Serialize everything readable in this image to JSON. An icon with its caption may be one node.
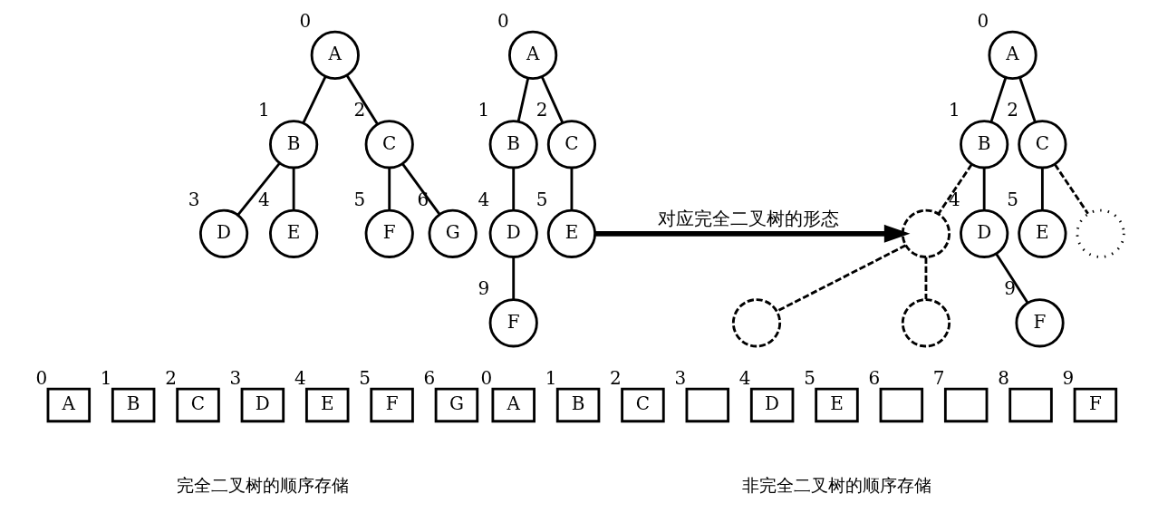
{
  "diagram": {
    "nodes": [
      {
        "text": [
          "A"
        ],
        "beside": [
          "0"
        ]
      },
      {
        "text": [
          "B"
        ],
        "beside": [
          "1"
        ]
      },
      {
        "text": [
          "C"
        ],
        "beside": [
          "2"
        ]
      },
      {
        "text": [
          "D"
        ],
        "beside": [
          "3"
        ]
      },
      {
        "text": [
          "E"
        ],
        "beside": [
          "4"
        ]
      },
      {
        "text": [
          "F"
        ],
        "beside": [
          "5"
        ]
      },
      {
        "text": [
          "G"
        ],
        "beside": [
          "6"
        ]
      },
      {
        "text": [
          "A"
        ],
        "beside": [
          "0"
        ]
      },
      {
        "text": [
          "B"
        ],
        "beside": [
          "1"
        ]
      },
      {
        "text": [
          "C"
        ],
        "beside": [
          "2"
        ]
      },
      {
        "text": [
          "D"
        ],
        "beside": [
          "4"
        ]
      },
      {
        "text": [
          "E"
        ],
        "beside": [
          "5"
        ]
      },
      {
        "text": [
          "F"
        ],
        "beside": [
          "9"
        ]
      },
      {
        "text": [
          "A"
        ],
        "beside": [
          "0"
        ]
      },
      {
        "text": [
          "B"
        ],
        "beside": [
          "1"
        ]
      },
      {
        "text": [
          "C"
        ],
        "beside": [
          "2"
        ]
      },
      {
        "text": [],
        "shape": "circle"
      },
      {
        "text": [
          "D"
        ],
        "beside": [
          "4"
        ]
      },
      {
        "text": [
          "E"
        ],
        "beside": [
          "5"
        ]
      },
      {
        "text": [],
        "shape": "circle"
      },
      {
        "text": [],
        "shape": "circle"
      },
      {
        "text": [],
        "shape": "circle"
      },
      {
        "text": [
          "F"
        ],
        "beside": [
          "9"
        ]
      },
      {
        "text": [
          "A"
        ],
        "beside": [
          "0"
        ]
      },
      {
        "text": [
          "B"
        ],
        "beside": [
          "1"
        ]
      },
      {
        "text": [
          "C"
        ],
        "beside": [
          "2"
        ]
      },
      {
        "text": [
          "D"
        ],
        "beside": [
          "3"
        ]
      },
      {
        "text": [
          "E"
        ],
        "beside": [
          "4"
        ]
      },
      {
        "text": [
          "F"
        ],
        "beside": [
          "5"
        ]
      },
      {
        "text": [
          "G"
        ],
        "beside": [
          "6"
        ]
      },
      {
        "text": [
          "A"
        ],
        "beside": [
          "0"
        ]
      },
      {
        "text": [
          "B"
        ],
        "beside": [
          "1"
        ]
      },
      {
        "text": [
          "C"
        ],
        "beside": [
          "2"
        ]
      },
      {
        "text": [],
        "shape": "box",
        "beside": [
          "3"
        ]
      },
      {
        "text": [
          "D"
        ],
        "beside": [
          "4"
        ]
      },
      {
        "text": [
          "E"
        ],
        "beside": [
          "5"
        ]
      },
      {
        "text": [],
        "shape": "box",
        "beside": [
          "6"
        ]
      },
      {
        "text": [],
        "shape": "box",
        "beside": [
          "7"
        ]
      },
      {
        "text": [],
        "shape": "box",
        "beside": [
          "8"
        ]
      },
      {
        "text": [
          "F"
        ],
        "beside": [
          "9"
        ]
      }
    ],
    "edges": [
      {
        "from": 0,
        "to": 1,
        "arrow": "none"
      },
      {
        "from": 0,
        "to": 2,
        "arrow": "none"
      },
      {
        "from": 1,
        "to": 3,
        "arrow": "none"
      },
      {
        "from": 1,
        "to": 4,
        "arrow": "none"
      },
      {
        "from": 2,
        "to": 5,
        "arrow": "none"
      },
      {
        "from": 2,
        "to": 6,
        "arrow": "none"
      },
      {
        "from": 7,
        "to": 8,
        "arrow": "none"
      },
      {
        "from": 7,
        "to": 9,
        "arrow": "none"
      },
      {
        "from": 8,
        "to": 10,
        "arrow": "none"
      },
      {
        "from": 9,
        "to": 11,
        "arrow": "none"
      },
      {
        "from": 10,
        "to": 12,
        "arrow": "none"
      },
      {
        "from": 11,
        "to": 16,
        "arrow": "to",
        "label": "对应完全二叉树的形态",
        "style": "thick"
      },
      {
        "from": 13,
        "to": 14,
        "arrow": "none"
      },
      {
        "from": 13,
        "to": 15,
        "arrow": "none"
      },
      {
        "from": 14,
        "to": 16,
        "arrow": "none",
        "style": "dashed"
      },
      {
        "from": 14,
        "to": 17,
        "arrow": "none"
      },
      {
        "from": 15,
        "to": 18,
        "arrow": "none"
      },
      {
        "from": 15,
        "to": 19,
        "arrow": "none",
        "style": "dashed"
      },
      {
        "from": 16,
        "to": 20,
        "arrow": "none",
        "style": "dashed"
      },
      {
        "from": 16,
        "to": 21,
        "arrow": "none",
        "style": "dashed"
      },
      {
        "from": 17,
        "to": 22,
        "arrow": "none"
      }
    ],
    "labels": [
      "完全二叉树的顺序存储",
      "非完全二叉树的顺序存储"
    ]
  }
}
